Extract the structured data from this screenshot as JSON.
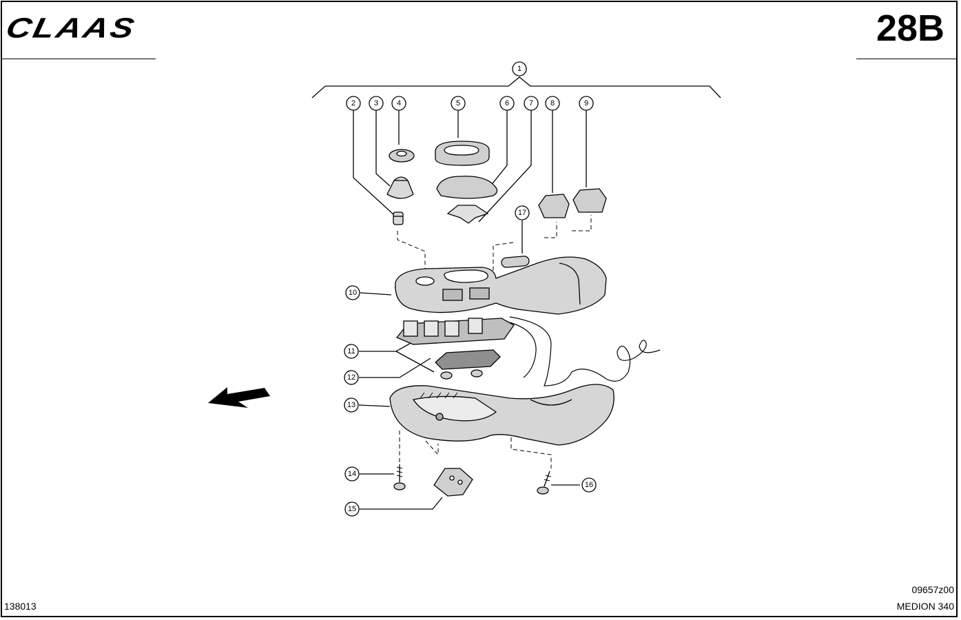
{
  "header": {
    "brand": "CLAAS",
    "page_code": "28B"
  },
  "footer": {
    "document_number": "138013",
    "drawing_code": "09657z00",
    "model": "MEDION 340"
  },
  "callouts": [
    "1",
    "2",
    "3",
    "4",
    "5",
    "6",
    "7",
    "8",
    "9",
    "10",
    "11",
    "12",
    "13",
    "14",
    "15",
    "16",
    "17"
  ],
  "icons": {
    "direction": "direction-arrow-icon"
  }
}
